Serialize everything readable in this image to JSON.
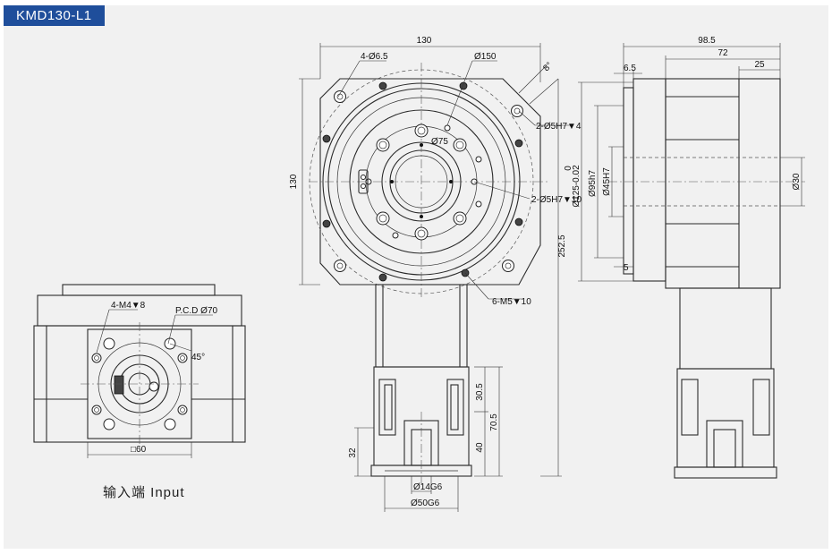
{
  "title": "KMD130-L1",
  "caption": "输入端 Input",
  "colors": {
    "badge": "#1f4e9b",
    "panel": "#f1f1f1",
    "line": "#2a2a2a"
  },
  "dims": {
    "width_130": "130",
    "bolts_4": "4-Ø6.5",
    "pcd_150": "Ø150",
    "angle": "8°",
    "pin_top": "2-Ø5H7▼4",
    "inner_75": "Ø75",
    "pin_center": "2-Ø5H7▼10",
    "side_130": "130",
    "tap_6": "6-M5▼10",
    "height_252": "252.5",
    "d125": "Ø125-0.02",
    "tol0": "0",
    "d95": "Ø95h7",
    "d45": "Ø45H7",
    "d30": "Ø30",
    "len_98": "98.5",
    "len_72": "72",
    "len_25": "25",
    "len_6": "6.5",
    "len_5": "5",
    "h30": "30.5",
    "h70": "70.5",
    "h40": "40",
    "h32": "32",
    "d14": "Ø14G6",
    "d50": "Ø50G6",
    "in_tap": "4-M4▼8",
    "in_pcd": "P.C.D Ø70",
    "in_angle": "45°",
    "in_sq": "□60"
  }
}
